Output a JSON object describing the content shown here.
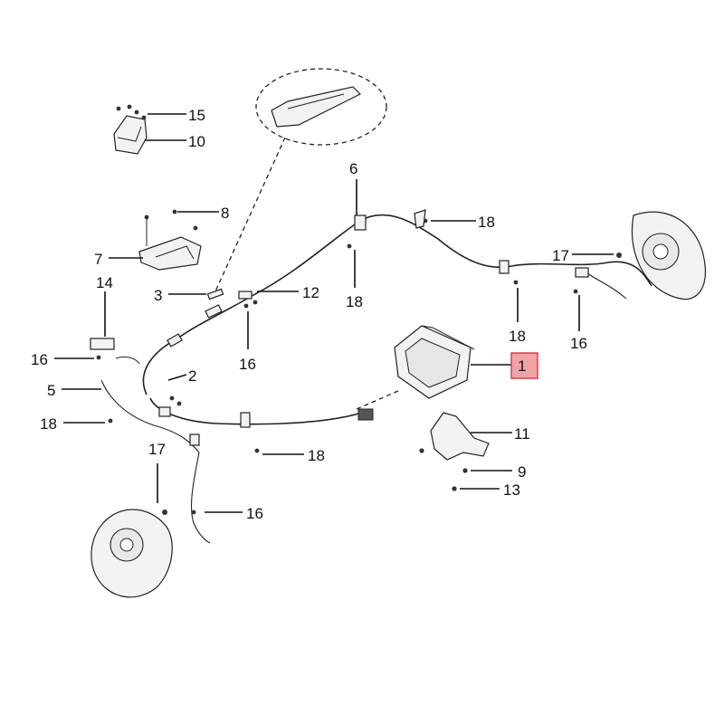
{
  "colors": {
    "line": "#222222",
    "highlight_fill": "#f1a3a8",
    "highlight_border": "#d9343f",
    "background": "#ffffff"
  },
  "callouts": {
    "c15": "15",
    "c10": "10",
    "c6": "6",
    "c8": "8",
    "c18_top": "18",
    "c7": "7",
    "c17_right": "17",
    "c14": "14",
    "c3": "3",
    "c12": "12",
    "c18_mid": "18",
    "c18_right": "18",
    "c16_right": "16",
    "c16_left": "16",
    "c1": "1",
    "c5": "5",
    "c2": "2",
    "c16_mid": "16",
    "c18_left": "18",
    "c11": "11",
    "c17_left": "17",
    "c18_bottom": "18",
    "c9": "9",
    "c13": "13",
    "c16_bottom": "16"
  }
}
